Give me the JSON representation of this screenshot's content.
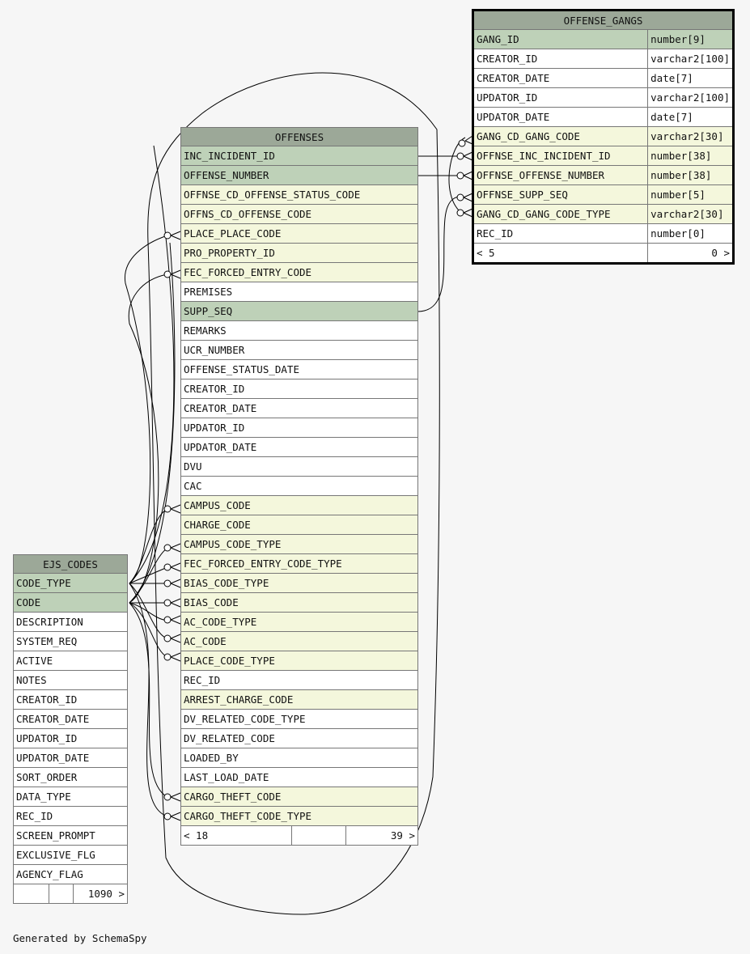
{
  "offense_gangs": {
    "title": "OFFENSE_GANGS",
    "columns": [
      {
        "name": "GANG_ID",
        "type": "number[9]",
        "kind": "pk"
      },
      {
        "name": "CREATOR_ID",
        "type": "varchar2[100]",
        "kind": "plain"
      },
      {
        "name": "CREATOR_DATE",
        "type": "date[7]",
        "kind": "plain"
      },
      {
        "name": "UPDATOR_ID",
        "type": "varchar2[100]",
        "kind": "plain"
      },
      {
        "name": "UPDATOR_DATE",
        "type": "date[7]",
        "kind": "plain"
      },
      {
        "name": "GANG_CD_GANG_CODE",
        "type": "varchar2[30]",
        "kind": "fk"
      },
      {
        "name": "OFFNSE_INC_INCIDENT_ID",
        "type": "number[38]",
        "kind": "fk"
      },
      {
        "name": "OFFNSE_OFFENSE_NUMBER",
        "type": "number[38]",
        "kind": "fk"
      },
      {
        "name": "OFFNSE_SUPP_SEQ",
        "type": "number[5]",
        "kind": "fk"
      },
      {
        "name": "GANG_CD_GANG_CODE_TYPE",
        "type": "varchar2[30]",
        "kind": "fk"
      },
      {
        "name": "REC_ID",
        "type": "number[0]",
        "kind": "plain"
      }
    ],
    "footer": {
      "left": "< 5",
      "middle": "",
      "right": "0 >"
    }
  },
  "offenses": {
    "title": "OFFENSES",
    "columns": [
      {
        "name": "INC_INCIDENT_ID",
        "kind": "pk"
      },
      {
        "name": "OFFENSE_NUMBER",
        "kind": "pk"
      },
      {
        "name": "OFFNSE_CD_OFFENSE_STATUS_CODE",
        "kind": "fk"
      },
      {
        "name": "OFFNS_CD_OFFENSE_CODE",
        "kind": "fk"
      },
      {
        "name": "PLACE_PLACE_CODE",
        "kind": "fk"
      },
      {
        "name": "PRO_PROPERTY_ID",
        "kind": "fk"
      },
      {
        "name": "FEC_FORCED_ENTRY_CODE",
        "kind": "fk"
      },
      {
        "name": "PREMISES",
        "kind": "plain"
      },
      {
        "name": "SUPP_SEQ",
        "kind": "pk"
      },
      {
        "name": "REMARKS",
        "kind": "plain"
      },
      {
        "name": "UCR_NUMBER",
        "kind": "plain"
      },
      {
        "name": "OFFENSE_STATUS_DATE",
        "kind": "plain"
      },
      {
        "name": "CREATOR_ID",
        "kind": "plain"
      },
      {
        "name": "CREATOR_DATE",
        "kind": "plain"
      },
      {
        "name": "UPDATOR_ID",
        "kind": "plain"
      },
      {
        "name": "UPDATOR_DATE",
        "kind": "plain"
      },
      {
        "name": "DVU",
        "kind": "plain"
      },
      {
        "name": "CAC",
        "kind": "plain"
      },
      {
        "name": "CAMPUS_CODE",
        "kind": "fk"
      },
      {
        "name": "CHARGE_CODE",
        "kind": "fk"
      },
      {
        "name": "CAMPUS_CODE_TYPE",
        "kind": "fk"
      },
      {
        "name": "FEC_FORCED_ENTRY_CODE_TYPE",
        "kind": "fk"
      },
      {
        "name": "BIAS_CODE_TYPE",
        "kind": "fk"
      },
      {
        "name": "BIAS_CODE",
        "kind": "fk"
      },
      {
        "name": "AC_CODE_TYPE",
        "kind": "fk"
      },
      {
        "name": "AC_CODE",
        "kind": "fk"
      },
      {
        "name": "PLACE_CODE_TYPE",
        "kind": "fk"
      },
      {
        "name": "REC_ID",
        "kind": "plain"
      },
      {
        "name": "ARREST_CHARGE_CODE",
        "kind": "fk"
      },
      {
        "name": "DV_RELATED_CODE_TYPE",
        "kind": "plain"
      },
      {
        "name": "DV_RELATED_CODE",
        "kind": "plain"
      },
      {
        "name": "LOADED_BY",
        "kind": "plain"
      },
      {
        "name": "LAST_LOAD_DATE",
        "kind": "plain"
      },
      {
        "name": "CARGO_THEFT_CODE",
        "kind": "fk"
      },
      {
        "name": "CARGO_THEFT_CODE_TYPE",
        "kind": "fk"
      }
    ],
    "footer": {
      "left": "< 18",
      "middle": "",
      "right": "39 >"
    }
  },
  "ejs_codes": {
    "title": "EJS_CODES",
    "columns": [
      {
        "name": "CODE_TYPE",
        "kind": "pk"
      },
      {
        "name": "CODE",
        "kind": "pk"
      },
      {
        "name": "DESCRIPTION",
        "kind": "plain"
      },
      {
        "name": "SYSTEM_REQ",
        "kind": "plain"
      },
      {
        "name": "ACTIVE",
        "kind": "plain"
      },
      {
        "name": "NOTES",
        "kind": "plain"
      },
      {
        "name": "CREATOR_ID",
        "kind": "plain"
      },
      {
        "name": "CREATOR_DATE",
        "kind": "plain"
      },
      {
        "name": "UPDATOR_ID",
        "kind": "plain"
      },
      {
        "name": "UPDATOR_DATE",
        "kind": "plain"
      },
      {
        "name": "SORT_ORDER",
        "kind": "plain"
      },
      {
        "name": "DATA_TYPE",
        "kind": "plain"
      },
      {
        "name": "REC_ID",
        "kind": "plain"
      },
      {
        "name": "SCREEN_PROMPT",
        "kind": "plain"
      },
      {
        "name": "EXCLUSIVE_FLG",
        "kind": "plain"
      },
      {
        "name": "AGENCY_FLAG",
        "kind": "plain"
      }
    ],
    "footer": {
      "left": "",
      "middle": "",
      "right": "1090 >"
    }
  },
  "generated_by": "Generated by SchemaSpy"
}
